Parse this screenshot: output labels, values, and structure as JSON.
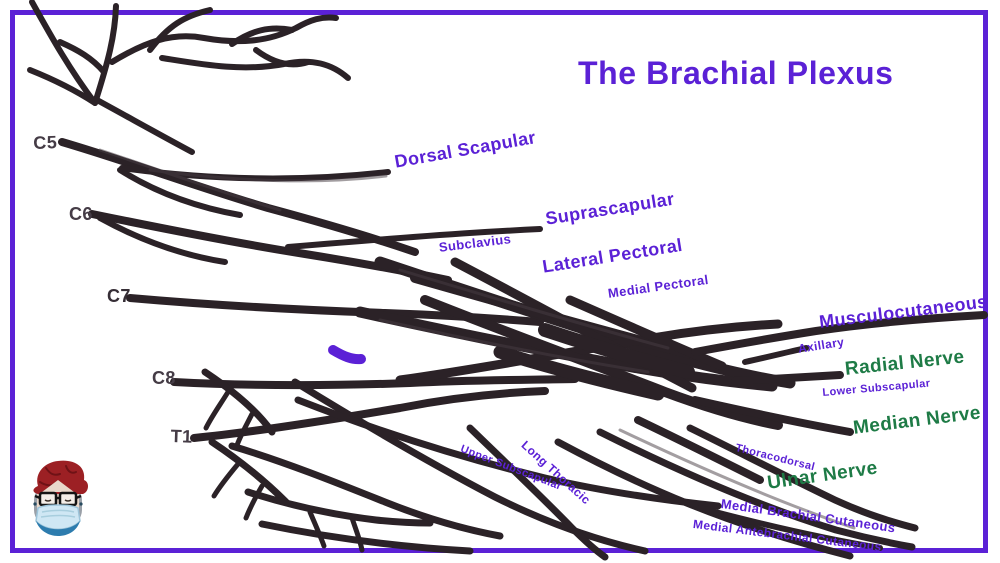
{
  "title": "The Brachial Plexus",
  "colors": {
    "accent_purple": "#5b21d6",
    "label_green": "#1e7b46",
    "ink_black": "#2b2227",
    "root_gray": "#453c46",
    "background": "#ffffff",
    "avatar_hair_red": "#9c2024",
    "avatar_mask_blue": "#cfe7f4"
  },
  "roots": [
    {
      "label": "C5"
    },
    {
      "label": "C6"
    },
    {
      "label": "C7"
    },
    {
      "label": "C8"
    },
    {
      "label": "T1"
    }
  ],
  "labels": {
    "dorsal_scapular": "Dorsal Scapular",
    "suprascapular": "Suprascapular",
    "subclavius": "Subclavius",
    "lateral_pectoral": "Lateral Pectoral",
    "medial_pectoral": "Medial Pectoral",
    "musculocutaneous": "Musculocutaneous",
    "axillary": "Axillary",
    "lower_subscapular": "Lower Subscapular",
    "thoracodorsal": "Thoracodorsal",
    "upper_subscapular": "Upper Subscapular",
    "long_thoracic": "Long Thoracic",
    "medial_brachial_cutaneous": "Medial Brachial Cutaneous",
    "medial_antebrachial_cutaneous": "Medial Antebrachial Cutaneous",
    "radial_nerve": "Radial Nerve",
    "median_nerve": "Median Nerve",
    "ulnar_nerve": "Ulnar Nerve"
  },
  "icons": {
    "avatar": "masked-artist-avatar",
    "scribble": "small-purple-scribble"
  }
}
